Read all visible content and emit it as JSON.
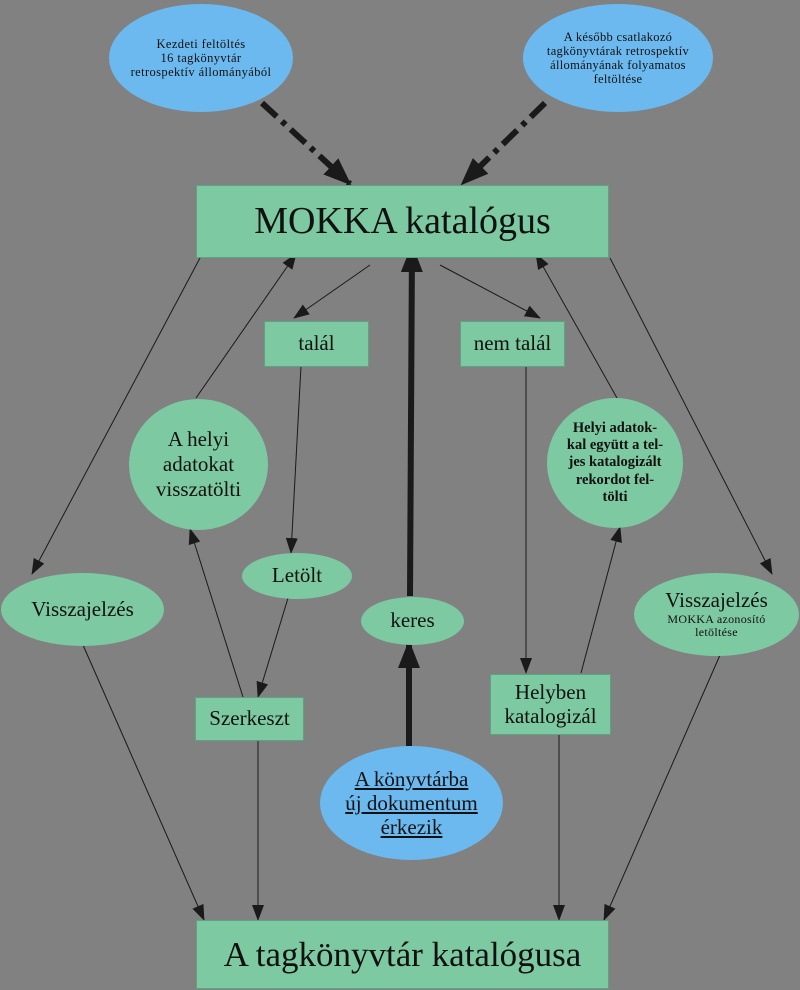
{
  "nodes": {
    "seed_initial": "Kezdeti feltöltés\n16 tagkönyvtár\nretrospektív állományából",
    "seed_later": "A később csatlakozó\ntagkönyvtárak retrospektív\nállományának folyamatos\nfeltöltése",
    "mokka": "MOKKA katalógus",
    "talal": "talál",
    "nem_talal": "nem talál",
    "helyi_visszatolti": "A helyi\nadatokat\nvisszatölti",
    "helyi_feltolti": "Helyi adatok-\nkal együtt a tel-\njes katalogizált\nrekordot fel-\ntölti",
    "letolt": "Letölt",
    "visszajelzes_left": "Visszajelzés",
    "visszajelzes_right_title": "Visszajelzés",
    "visszajelzes_right_sub": "MOKKA azonosító\nletöltése",
    "keres": "keres",
    "szerkeszt": "Szerkeszt",
    "helyben": "Helyben\nkatalogizál",
    "uj_dokumentum": "A könyvtárba\núj dokumentum\nérkezik",
    "tagkonyvtar": "A tagkönyvtár katalógusa"
  },
  "colors": {
    "background": "#818181",
    "box_green": "#7dc9a1",
    "ellipse_blue": "#6bb9ef",
    "arrow": "#1a1a1a"
  }
}
